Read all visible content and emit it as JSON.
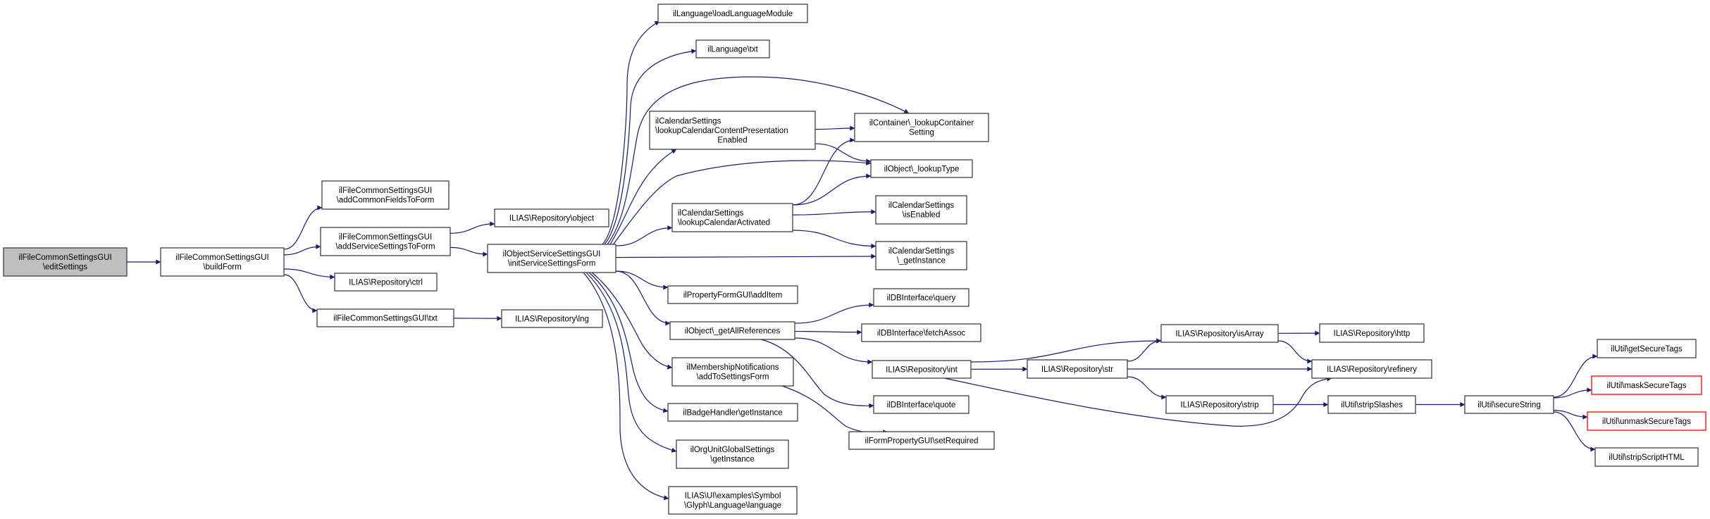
{
  "diagram": {
    "type": "call-graph",
    "colors": {
      "edge": "#191970",
      "node_border": "#404040",
      "root_fill": "#bfbfbf",
      "node_fill": "#ffffff",
      "undocumented_border": "#ff0000"
    },
    "nodes": [
      {
        "id": "editSettings",
        "lines": [
          "ilFileCommonSettingsGUI",
          "\\editSettings"
        ],
        "kind": "root"
      },
      {
        "id": "buildForm",
        "lines": [
          "ilFileCommonSettingsGUI",
          "\\buildForm"
        ],
        "kind": "normal"
      },
      {
        "id": "addCommonFieldsToForm",
        "lines": [
          "ilFileCommonSettingsGUI",
          "\\addCommonFieldsToForm"
        ],
        "kind": "normal"
      },
      {
        "id": "addServiceSettingsToForm",
        "lines": [
          "ilFileCommonSettingsGUI",
          "\\addServiceSettingsToForm"
        ],
        "kind": "normal"
      },
      {
        "id": "repoCtrl",
        "lines": [
          "ILIAS\\Repository\\ctrl"
        ],
        "kind": "normal"
      },
      {
        "id": "fcsTxt",
        "lines": [
          "ilFileCommonSettingsGUI\\txt"
        ],
        "kind": "normal"
      },
      {
        "id": "repoObject",
        "lines": [
          "ILIAS\\Repository\\object"
        ],
        "kind": "normal"
      },
      {
        "id": "initServiceSettingsForm",
        "lines": [
          "ilObjectServiceSettingsGUI",
          "\\initServiceSettingsForm"
        ],
        "kind": "normal"
      },
      {
        "id": "repoLng",
        "lines": [
          "ILIAS\\Repository\\lng"
        ],
        "kind": "normal"
      },
      {
        "id": "loadLanguageModule",
        "lines": [
          "ilLanguage\\loadLanguageModule"
        ],
        "kind": "normal"
      },
      {
        "id": "langTxt",
        "lines": [
          "ilLanguage\\txt"
        ],
        "kind": "normal"
      },
      {
        "id": "lookupCalendarContentPresentationEnabled",
        "lines": [
          "ilCalendarSettings",
          "\\lookupCalendarContentPresentation",
          "Enabled"
        ],
        "kind": "normal"
      },
      {
        "id": "lookupCalendarActivated",
        "lines": [
          "ilCalendarSettings",
          "\\lookupCalendarActivated"
        ],
        "kind": "normal"
      },
      {
        "id": "addItem",
        "lines": [
          "ilPropertyFormGUI\\addItem"
        ],
        "kind": "normal"
      },
      {
        "id": "getAllReferences",
        "lines": [
          "ilObject\\_getAllReferences"
        ],
        "kind": "normal"
      },
      {
        "id": "addToSettingsForm",
        "lines": [
          "ilMembershipNotifications",
          "\\addToSettingsForm"
        ],
        "kind": "normal"
      },
      {
        "id": "badgeGetInstance",
        "lines": [
          "ilBadgeHandler\\getInstance"
        ],
        "kind": "normal"
      },
      {
        "id": "orgUnitGetInstance",
        "lines": [
          "ilOrgUnitGlobalSettings",
          "\\getInstance"
        ],
        "kind": "normal"
      },
      {
        "id": "glyphLanguage",
        "lines": [
          "ILIAS\\UI\\examples\\Symbol",
          "\\Glyph\\Language\\language"
        ],
        "kind": "normal"
      },
      {
        "id": "lookupContainerSetting",
        "lines": [
          "ilContainer\\_lookupContainer",
          "Setting"
        ],
        "kind": "normal"
      },
      {
        "id": "lookupType",
        "lines": [
          "ilObject\\_lookupType"
        ],
        "kind": "normal"
      },
      {
        "id": "calIsEnabled",
        "lines": [
          "ilCalendarSettings",
          "\\isEnabled"
        ],
        "kind": "normal"
      },
      {
        "id": "calGetInstance",
        "lines": [
          "ilCalendarSettings",
          "\\_getInstance"
        ],
        "kind": "normal"
      },
      {
        "id": "dbQuery",
        "lines": [
          "ilDBInterface\\query"
        ],
        "kind": "normal"
      },
      {
        "id": "dbFetchAssoc",
        "lines": [
          "ilDBInterface\\fetchAssoc"
        ],
        "kind": "normal"
      },
      {
        "id": "repoInt",
        "lines": [
          "ILIAS\\Repository\\int"
        ],
        "kind": "normal"
      },
      {
        "id": "dbQuote",
        "lines": [
          "ilDBInterface\\quote"
        ],
        "kind": "normal"
      },
      {
        "id": "setRequired",
        "lines": [
          "ilFormPropertyGUI\\setRequired"
        ],
        "kind": "normal"
      },
      {
        "id": "repoStr",
        "lines": [
          "ILIAS\\Repository\\str"
        ],
        "kind": "normal"
      },
      {
        "id": "repoIsArray",
        "lines": [
          "ILIAS\\Repository\\isArray"
        ],
        "kind": "normal"
      },
      {
        "id": "repoStrip",
        "lines": [
          "ILIAS\\Repository\\strip"
        ],
        "kind": "normal"
      },
      {
        "id": "repoHttp",
        "lines": [
          "ILIAS\\Repository\\http"
        ],
        "kind": "normal"
      },
      {
        "id": "repoRefinery",
        "lines": [
          "ILIAS\\Repository\\refinery"
        ],
        "kind": "normal"
      },
      {
        "id": "stripSlashes",
        "lines": [
          "ilUtil\\stripSlashes"
        ],
        "kind": "normal"
      },
      {
        "id": "secureString",
        "lines": [
          "ilUtil\\secureString"
        ],
        "kind": "normal"
      },
      {
        "id": "getSecureTags",
        "lines": [
          "ilUtil\\getSecureTags"
        ],
        "kind": "normal"
      },
      {
        "id": "maskSecureTags",
        "lines": [
          "ilUtil\\maskSecureTags"
        ],
        "kind": "undocumented"
      },
      {
        "id": "unmaskSecureTags",
        "lines": [
          "ilUtil\\unmaskSecureTags"
        ],
        "kind": "undocumented"
      },
      {
        "id": "stripScriptHTML",
        "lines": [
          "ilUtil\\stripScriptHTML"
        ],
        "kind": "normal"
      }
    ],
    "edges": [
      [
        "editSettings",
        "buildForm"
      ],
      [
        "buildForm",
        "addCommonFieldsToForm"
      ],
      [
        "buildForm",
        "addServiceSettingsToForm"
      ],
      [
        "buildForm",
        "repoCtrl"
      ],
      [
        "buildForm",
        "fcsTxt"
      ],
      [
        "addServiceSettingsToForm",
        "repoObject"
      ],
      [
        "addServiceSettingsToForm",
        "initServiceSettingsForm"
      ],
      [
        "fcsTxt",
        "repoLng"
      ],
      [
        "initServiceSettingsForm",
        "loadLanguageModule"
      ],
      [
        "initServiceSettingsForm",
        "langTxt"
      ],
      [
        "initServiceSettingsForm",
        "lookupContainerSetting"
      ],
      [
        "initServiceSettingsForm",
        "lookupCalendarContentPresentationEnabled"
      ],
      [
        "initServiceSettingsForm",
        "lookupType"
      ],
      [
        "initServiceSettingsForm",
        "lookupCalendarActivated"
      ],
      [
        "initServiceSettingsForm",
        "calGetInstance"
      ],
      [
        "initServiceSettingsForm",
        "addItem"
      ],
      [
        "initServiceSettingsForm",
        "getAllReferences"
      ],
      [
        "initServiceSettingsForm",
        "addToSettingsForm"
      ],
      [
        "initServiceSettingsForm",
        "badgeGetInstance"
      ],
      [
        "initServiceSettingsForm",
        "orgUnitGetInstance"
      ],
      [
        "initServiceSettingsForm",
        "glyphLanguage"
      ],
      [
        "lookupCalendarContentPresentationEnabled",
        "lookupContainerSetting"
      ],
      [
        "lookupCalendarContentPresentationEnabled",
        "lookupType"
      ],
      [
        "lookupCalendarActivated",
        "lookupContainerSetting"
      ],
      [
        "lookupCalendarActivated",
        "lookupType"
      ],
      [
        "lookupCalendarActivated",
        "calIsEnabled"
      ],
      [
        "lookupCalendarActivated",
        "calGetInstance"
      ],
      [
        "getAllReferences",
        "dbQuery"
      ],
      [
        "getAllReferences",
        "dbFetchAssoc"
      ],
      [
        "getAllReferences",
        "repoInt"
      ],
      [
        "getAllReferences",
        "dbQuote"
      ],
      [
        "addToSettingsForm",
        "setRequired"
      ],
      [
        "repoInt",
        "repoIsArray"
      ],
      [
        "repoInt",
        "repoStr"
      ],
      [
        "repoInt",
        "repoRefinery"
      ],
      [
        "repoStr",
        "repoIsArray"
      ],
      [
        "repoStr",
        "repoRefinery"
      ],
      [
        "repoStr",
        "repoStrip"
      ],
      [
        "repoIsArray",
        "repoHttp"
      ],
      [
        "repoIsArray",
        "repoRefinery"
      ],
      [
        "repoStrip",
        "stripSlashes"
      ],
      [
        "stripSlashes",
        "secureString"
      ],
      [
        "secureString",
        "getSecureTags"
      ],
      [
        "secureString",
        "maskSecureTags"
      ],
      [
        "secureString",
        "unmaskSecureTags"
      ],
      [
        "secureString",
        "stripScriptHTML"
      ]
    ]
  }
}
